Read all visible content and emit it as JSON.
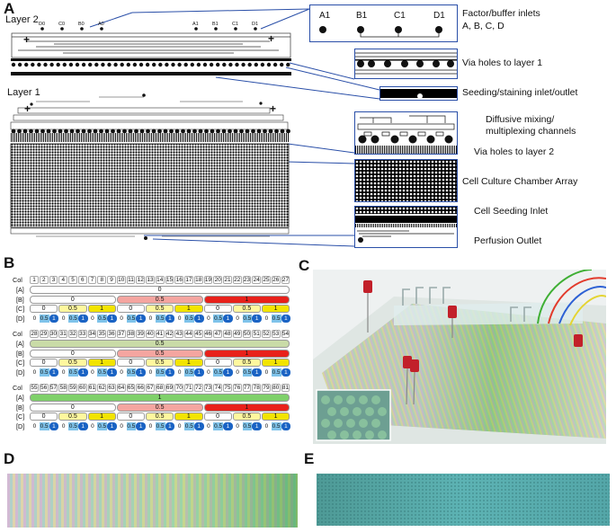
{
  "panelA": {
    "letter": "A",
    "layer2": "Layer 2",
    "layer1": "Layer 1",
    "plus": "+",
    "inlet_labels_small": [
      "D0",
      "C0",
      "B0",
      "A0",
      "A1",
      "B1",
      "C1",
      "D1"
    ],
    "callout_inlets": [
      "A1",
      "B1",
      "C1",
      "D1"
    ],
    "labels": {
      "factor_line1": "Factor/buffer inlets",
      "factor_line2": "A, B, C, D",
      "via1": "Via holes to layer 1",
      "seeding": "Seeding/staining inlet/outlet",
      "diffusive1": "Diffusive mixing/",
      "diffusive2": "multiplexing channels",
      "via2": "Via holes to layer 2",
      "chamber": "Cell Culture Chamber Array",
      "cellseed": "Cell Seeding Inlet",
      "perfusion": "Perfusion Outlet"
    }
  },
  "panelB": {
    "letter": "B",
    "col_label": "Col",
    "row_labels": [
      "[A]",
      "[B]",
      "[C]",
      "[D]"
    ],
    "blocks": [
      {
        "cols": [
          "1",
          "2",
          "3",
          "4",
          "5",
          "6",
          "7",
          "8",
          "9",
          "10",
          "11",
          "12",
          "13",
          "14",
          "15",
          "16",
          "17",
          "18",
          "19",
          "20",
          "21",
          "22",
          "23",
          "24",
          "25",
          "26",
          "27"
        ],
        "A": "0",
        "B": [
          "0",
          "0.5",
          "1"
        ],
        "C": [
          "0",
          "0.5",
          "1"
        ]
      },
      {
        "cols": [
          "28",
          "29",
          "30",
          "31",
          "32",
          "33",
          "34",
          "35",
          "36",
          "37",
          "38",
          "39",
          "40",
          "41",
          "42",
          "43",
          "44",
          "45",
          "46",
          "47",
          "48",
          "49",
          "50",
          "51",
          "52",
          "53",
          "54"
        ],
        "A": "0.5",
        "B": [
          "0",
          "0.5",
          "1"
        ],
        "C": [
          "0",
          "0.5",
          "1"
        ]
      },
      {
        "cols": [
          "55",
          "56",
          "57",
          "58",
          "59",
          "60",
          "61",
          "62",
          "63",
          "64",
          "65",
          "66",
          "67",
          "68",
          "69",
          "70",
          "71",
          "72",
          "73",
          "74",
          "75",
          "76",
          "77",
          "78",
          "79",
          "80",
          "81"
        ],
        "A": "1",
        "B": [
          "0",
          "0.5",
          "1"
        ],
        "C": [
          "0",
          "0.5",
          "1"
        ]
      }
    ],
    "D": [
      "0",
      "0.5",
      "1"
    ]
  },
  "panelC": {
    "letter": "C"
  },
  "panelD": {
    "letter": "D"
  },
  "panelE": {
    "letter": "E"
  },
  "colors": {
    "callout": "#2a4fa8",
    "A0": "#ffffff",
    "A05": "#c9dba7",
    "A1": "#7fd06a",
    "B05": "#f4a5a0",
    "B1": "#e8211b",
    "C05": "#fff79e",
    "C1": "#f2e400",
    "D05": "#7fc3ea",
    "D1": "#1a63c4"
  }
}
